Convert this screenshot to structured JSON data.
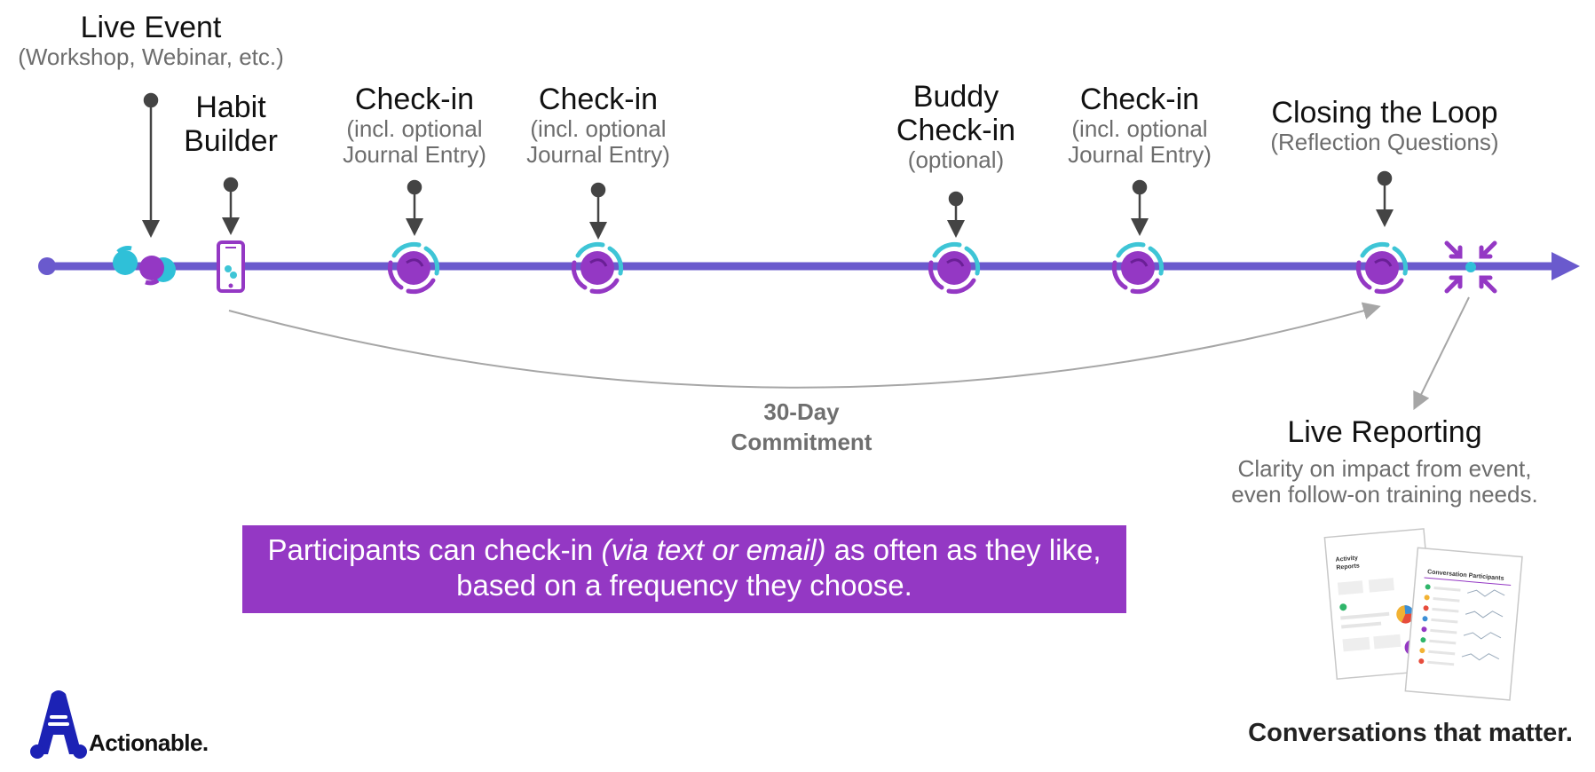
{
  "milestones": {
    "live_event": {
      "title": "Live Event",
      "subtitle": "(Workshop, Webinar, etc.)"
    },
    "habit_builder": {
      "title_line1": "Habit",
      "title_line2": "Builder"
    },
    "checkin_1": {
      "title": "Check-in",
      "sub_line1": "(incl. optional",
      "sub_line2": "Journal Entry)"
    },
    "checkin_2": {
      "title": "Check-in",
      "sub_line1": "(incl. optional",
      "sub_line2": "Journal Entry)"
    },
    "buddy_checkin": {
      "title_line1": "Buddy",
      "title_line2": "Check-in",
      "subtitle": "(optional)"
    },
    "checkin_3": {
      "title": "Check-in",
      "sub_line1": "(incl. optional",
      "sub_line2": "Journal Entry)"
    },
    "closing_loop": {
      "title": "Closing the Loop",
      "subtitle": "(Reflection Questions)"
    }
  },
  "commitment": {
    "line1": "30-Day",
    "line2": "Commitment"
  },
  "live_reporting": {
    "title": "Live Reporting",
    "desc_line1": "Clarity on impact from event,",
    "desc_line2": "even follow-on training needs."
  },
  "callout": {
    "text_before": "Participants can check-in ",
    "text_italic": "(via text or email)",
    "text_after": " as often as they like, based on a frequency they choose."
  },
  "report_thumbs": {
    "back_title_1": "Activity",
    "back_title_2": "Reports",
    "front_title": "Conversation Participants"
  },
  "brand": {
    "name": "Actionable.",
    "tagline": "Conversations that matter."
  },
  "colors": {
    "timeline": "#6a5acd",
    "purple": "#9438c4",
    "teal": "#3ec5d6",
    "callout_bg": "#9438c4"
  }
}
